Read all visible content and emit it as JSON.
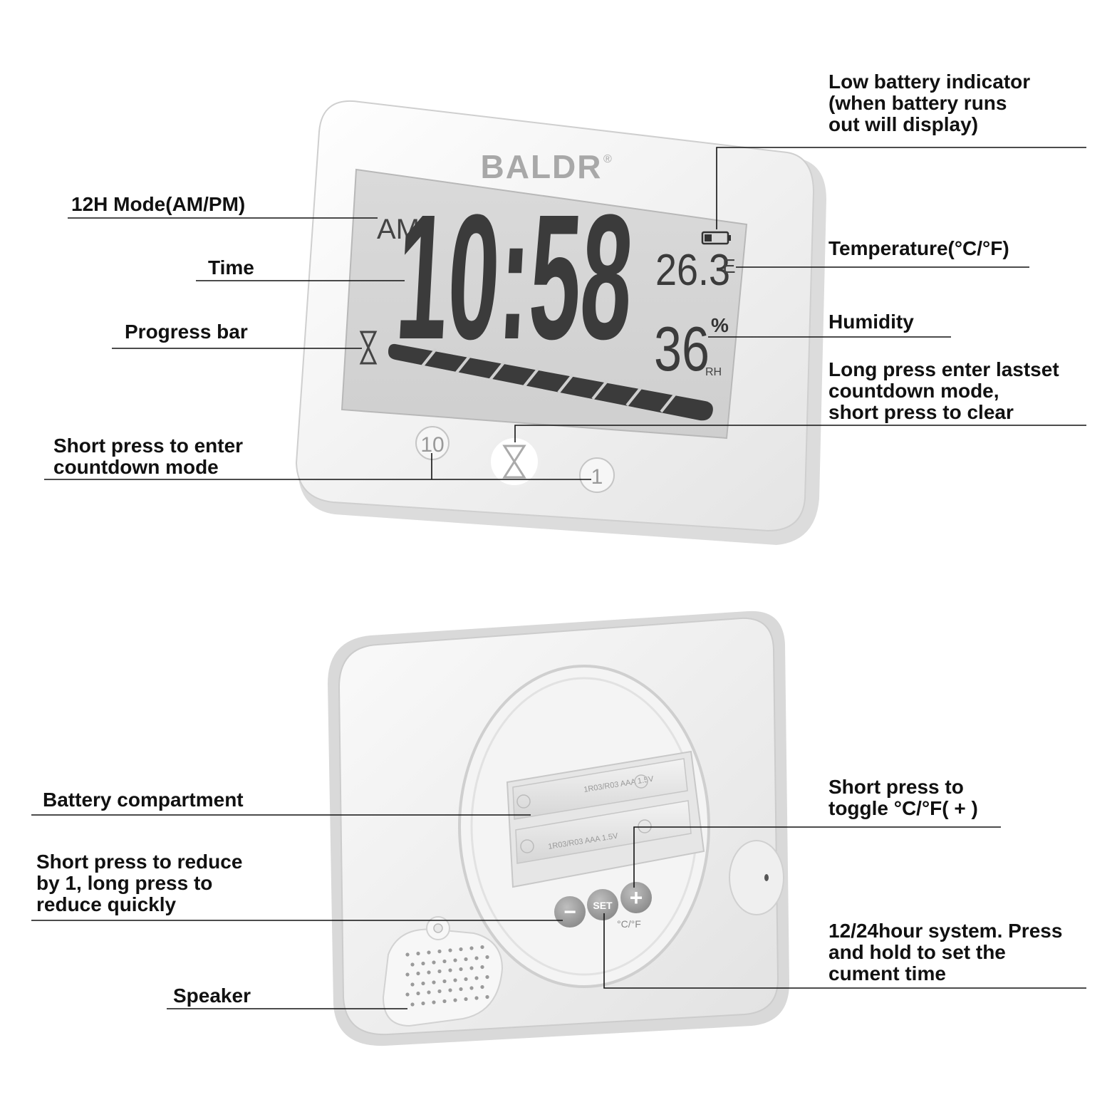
{
  "callouts": {
    "mode_12h": "12H Mode(AM/PM)",
    "time": "Time",
    "progress_bar": "Progress bar",
    "countdown_short": "Short press to enter\ncountdown mode",
    "low_battery": "Low battery indicator\n(when battery runs\nout will display)",
    "temperature": "Temperature(°C/°F)",
    "humidity": "Humidity",
    "long_press": "Long press enter lastset\ncountdown mode,\nshort press to clear",
    "battery_compartment": "Battery compartment",
    "reduce": "Short press to reduce\nby 1, long press to\nreduce quickly",
    "speaker": "Speaker",
    "toggle_unit": "Short press to\ntoggle °C/°F( + )",
    "hour_system": "12/24hour system. Press\nand hold to set the\ncument time"
  },
  "device_front": {
    "brand": "BALDR",
    "registered_mark": "®",
    "am_pm": "AM",
    "time": "10:58",
    "temperature_value": "26.3",
    "temperature_unit": "E",
    "humidity_value": "36",
    "humidity_percent": "%",
    "humidity_unit": "RH",
    "progress_level": 1.0,
    "button_left": "10",
    "button_right": "1",
    "button_center_icon": "hourglass-icon"
  },
  "device_back": {
    "battery_label_top": "1R03/R03 AAA 1.5V",
    "battery_label_bottom": "1R03/R03 AAA 1.5V",
    "minus_button": "−",
    "set_button": "SET",
    "plus_button": "+",
    "unit_toggle_label": "°C/°F",
    "speaker_icon": "speaker-grille-icon"
  },
  "colors": {
    "lcd_background": "#d6d6d6",
    "lcd_segments": "#3b3b3b",
    "device_body": "#f2f2f2",
    "leader_line": "#111111"
  }
}
